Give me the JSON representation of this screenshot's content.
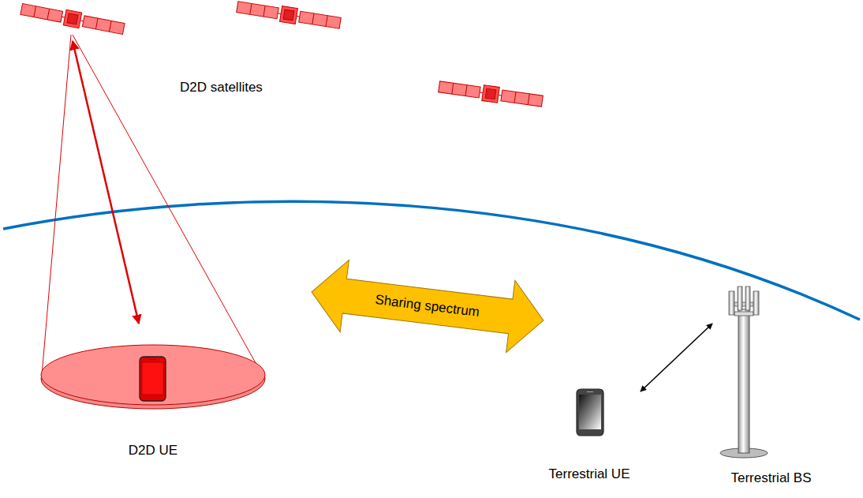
{
  "diagram": {
    "nodes": [
      {
        "text": [
          "D2D UE"
        ]
      },
      {
        "text": [
          "Sharing spectrum"
        ]
      },
      {
        "text": [
          "Terrestrial UE"
        ]
      },
      {
        "text": [
          "Terrestrial BS"
        ]
      }
    ],
    "edges": [
      {
        "from": 2,
        "to": 3,
        "arrow": "both"
      }
    ],
    "labels": [
      "D2D satellites"
    ]
  }
}
